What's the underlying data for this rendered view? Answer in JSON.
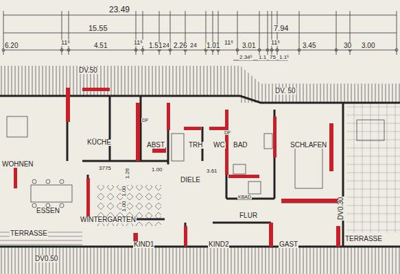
{
  "diagram": {
    "labels": [
      "23.49",
      "15.55",
      "7.94",
      "6.20",
      "11⁵",
      "4.51",
      "11⁵",
      "1.51",
      "24",
      "2.26",
      "24",
      "1.01",
      "11⁵",
      "3.01",
      "11⁵",
      "3.45",
      "30",
      "3.00",
      "2.34⁵",
      "1.1",
      "75",
      "1.1⁵",
      "DV.50",
      "DV. 50",
      "KÜCHE",
      "ABST",
      "TRH",
      "WC",
      "BAD",
      "SCHLAFEN",
      "WOHNEN",
      "3775",
      "1.00",
      "3.61",
      "DIELE",
      "ESSEN",
      "WINTERGARTEN",
      "FLUR",
      "KBAD",
      "TERRASSE",
      "TERRASSE",
      "DV0.50",
      "DV0.30",
      "KIND1",
      "KIND2",
      "GAST",
      "DF",
      "DF",
      "1.26",
      "1.00",
      "1.00"
    ]
  }
}
